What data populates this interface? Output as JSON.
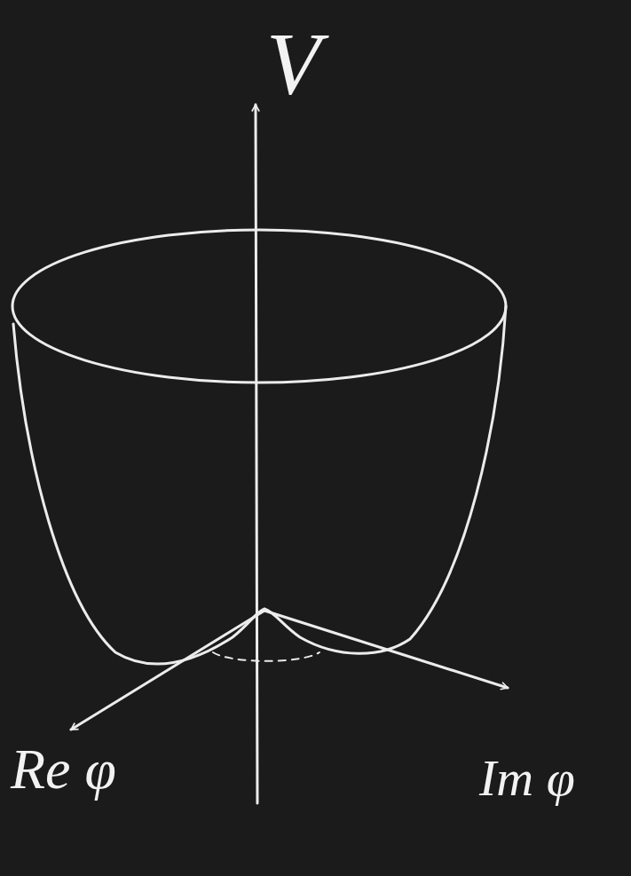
{
  "diagram": {
    "labels": [
      "V",
      "Re φ",
      "Im φ"
    ]
  }
}
